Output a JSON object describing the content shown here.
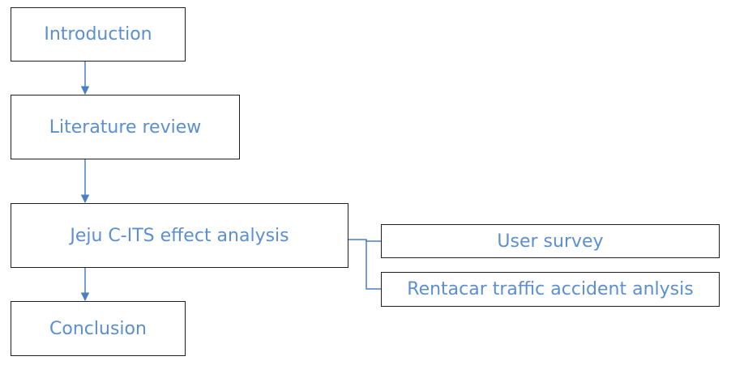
{
  "diagram": {
    "nodes": {
      "introduction": "Introduction",
      "literature_review": "Literature review",
      "effect_analysis": "Jeju C-ITS effect analysis",
      "user_survey": "User survey",
      "rentacar_analysis": "Rentacar traffic accident anlysis",
      "conclusion": "Conclusion"
    },
    "colors": {
      "text": "#5b8fd0",
      "arrow": "#4a7fc4",
      "border": "#1f1f1f",
      "background": "#ffffff"
    }
  }
}
